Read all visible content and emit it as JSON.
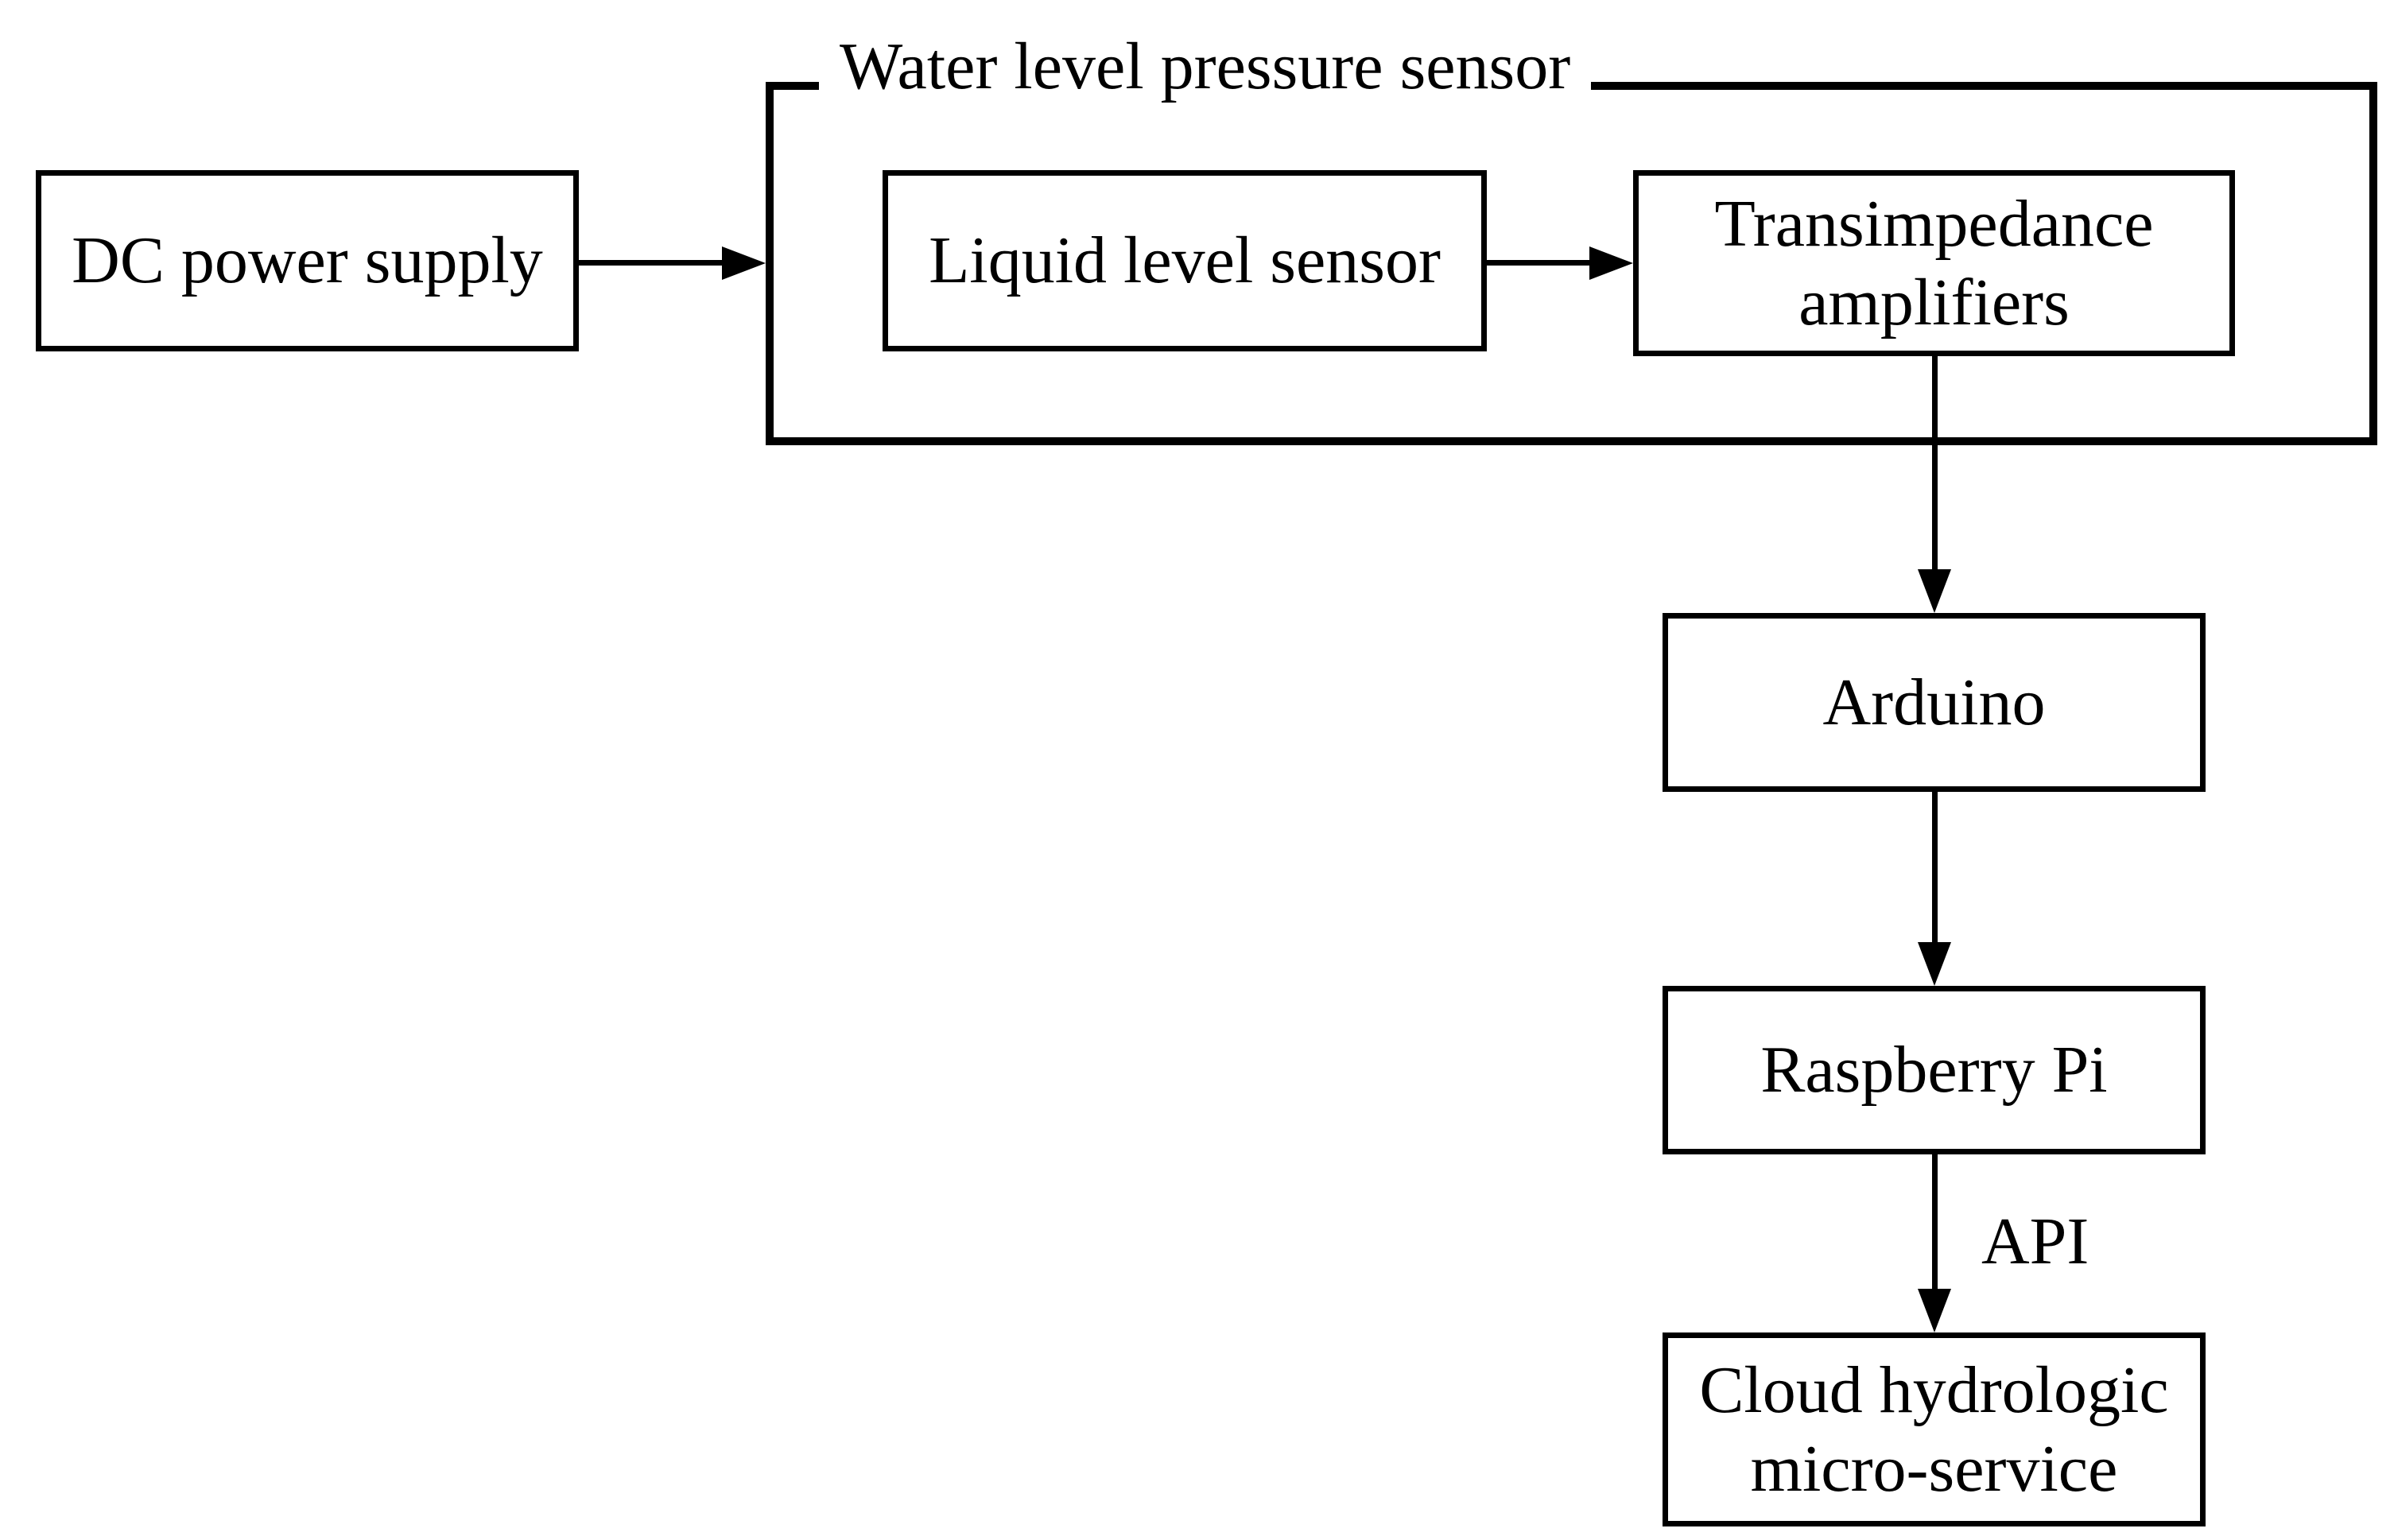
{
  "diagram": {
    "type": "block-diagram",
    "colors": {
      "stroke": "#000000",
      "background": "#ffffff"
    },
    "group": {
      "label": "Water level pressure sensor"
    },
    "nodes": [
      {
        "id": "dc-power-supply",
        "label": "DC power supply"
      },
      {
        "id": "liquid-level-sensor",
        "label": "Liquid level sensor"
      },
      {
        "id": "transimpedance-amplifiers",
        "label": "Transimpedance amplifiers"
      },
      {
        "id": "arduino",
        "label": "Arduino"
      },
      {
        "id": "raspberry-pi",
        "label": "Raspberry Pi"
      },
      {
        "id": "cloud-hydrologic-micro-service",
        "label": "Cloud hydrologic micro-service"
      }
    ],
    "edges": [
      {
        "from": "dc-power-supply",
        "to": "water-level-pressure-sensor-group",
        "label": ""
      },
      {
        "from": "liquid-level-sensor",
        "to": "transimpedance-amplifiers",
        "label": ""
      },
      {
        "from": "transimpedance-amplifiers",
        "to": "arduino",
        "label": ""
      },
      {
        "from": "arduino",
        "to": "raspberry-pi",
        "label": ""
      },
      {
        "from": "raspberry-pi",
        "to": "cloud-hydrologic-micro-service",
        "label": "API"
      }
    ],
    "api_edge_label": "API"
  }
}
